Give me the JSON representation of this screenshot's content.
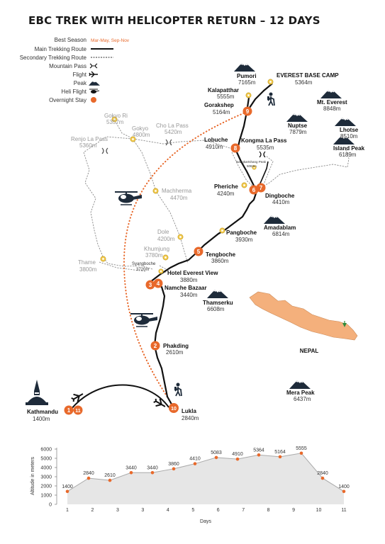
{
  "title": "EBC TREK WITH HELICOPTER RETURN – 12 DAYS",
  "legend": {
    "best_season_label": "Best Season",
    "best_season_value": "Mar-May, Sep-Nov",
    "main_route": "Main Trekking Route",
    "secondary_route": "Secondary Trekking Route",
    "mountain_pass": "Mountain Pass",
    "flight": "Flight",
    "peak": "Peak",
    "heli_flight": "Heli Flight",
    "overnight_stay": "Overnight Stay"
  },
  "colors": {
    "accent": "#e8692b",
    "yellow": "#f2c94c",
    "route": "#111111"
  },
  "places": {
    "ebc": {
      "name": "EVEREST BASE CAMP",
      "alt": "5364m"
    },
    "pumori": {
      "name": "Pumori",
      "alt": "7165m"
    },
    "kalapatthar": {
      "name": "Kalapatthar",
      "alt": "5555m"
    },
    "gorakshep": {
      "name": "Gorakshep",
      "alt": "5164m"
    },
    "everest": {
      "name": "Mt. Everest",
      "alt": "8848m"
    },
    "nuptse": {
      "name": "Nuptse",
      "alt": "7879m"
    },
    "lhotse": {
      "name": "Lhotse",
      "alt": "8510m"
    },
    "island": {
      "name": "Island Peak",
      "alt": "6189m"
    },
    "gokyori": {
      "name": "Gokyo Ri",
      "alt": "5357m"
    },
    "gokyo": {
      "name": "Gokyo",
      "alt": "4800m"
    },
    "chola": {
      "name": "Cho La Pass",
      "alt": "5420m"
    },
    "renjo": {
      "name": "Renjo La Pass",
      "alt": "5360m"
    },
    "lobuche": {
      "name": "Lobuche",
      "alt": "4910m"
    },
    "kongma": {
      "name": "Kongma La Pass",
      "alt": "5535m"
    },
    "nangkartshang": {
      "name": "Nangkartshang Peak",
      "alt": "5083m"
    },
    "machherma": {
      "name": "Machherma",
      "alt": "4470m"
    },
    "pheriche": {
      "name": "Pheriche",
      "alt": "4240m"
    },
    "dingboche": {
      "name": "Dingboche",
      "alt": "4410m"
    },
    "amadablam": {
      "name": "Amadablam",
      "alt": "6814m"
    },
    "dole": {
      "name": "Dole",
      "alt": "4200m"
    },
    "pangboche": {
      "name": "Pangboche",
      "alt": "3930m"
    },
    "khumjung": {
      "name": "Khumjung",
      "alt": "3780m"
    },
    "tengboche": {
      "name": "Tengboche",
      "alt": "3860m"
    },
    "syangboche": {
      "name": "Syangboche",
      "alt": "3720m"
    },
    "hotel": {
      "name": "Hotel Everest View",
      "alt": "3880m"
    },
    "thame": {
      "name": "Thame",
      "alt": "3800m"
    },
    "namche": {
      "name": "Namche Bazaar",
      "alt": "3440m"
    },
    "thamserku": {
      "name": "Thamserku",
      "alt": "6608m"
    },
    "phakding": {
      "name": "Phakding",
      "alt": "2610m"
    },
    "mera": {
      "name": "Mera Peak",
      "alt": "6437m"
    },
    "kathmandu": {
      "name": "Kathmandu",
      "alt": "1400m"
    },
    "lukla": {
      "name": "Lukla",
      "alt": "2840m"
    }
  },
  "stays": {
    "ktm1": "1",
    "ktm2": "11",
    "phakding": "2",
    "namche3": "3",
    "namche4": "4",
    "tengboche": "5",
    "dingboche6": "6",
    "dingboche7": "7",
    "lobuche": "8",
    "gorakshep": "9",
    "lukla": "10"
  },
  "inset": {
    "label": "NEPAL"
  },
  "chart_data": {
    "type": "area",
    "x": [
      1,
      2,
      3,
      4,
      5,
      6,
      7,
      8,
      9,
      10,
      11
    ],
    "xtick_labels": [
      "1",
      "2",
      "3",
      "3",
      "4",
      "5",
      "6",
      "7",
      "8",
      "9",
      "10",
      "11"
    ],
    "point_days": [
      1,
      2,
      3,
      3,
      4,
      5,
      6,
      7,
      8,
      9,
      10,
      11
    ],
    "values": [
      1400,
      2840,
      2610,
      3440,
      3440,
      3860,
      4410,
      5083,
      4910,
      5364,
      5164,
      5555,
      2840,
      1400
    ],
    "point_x_index": [
      0,
      1,
      2,
      3,
      4,
      5,
      6,
      7,
      8,
      9,
      10,
      11,
      12,
      13
    ],
    "xlabel": "Days",
    "ylabel": "Altitude in meters",
    "ylim": [
      0,
      6000
    ],
    "yticks": [
      0,
      1000,
      2000,
      3000,
      4000,
      5000,
      6000
    ],
    "grid": false,
    "fill_color": "#e6e6e6",
    "line_color": "#aaaaaa",
    "point_color": "#e8692b"
  }
}
